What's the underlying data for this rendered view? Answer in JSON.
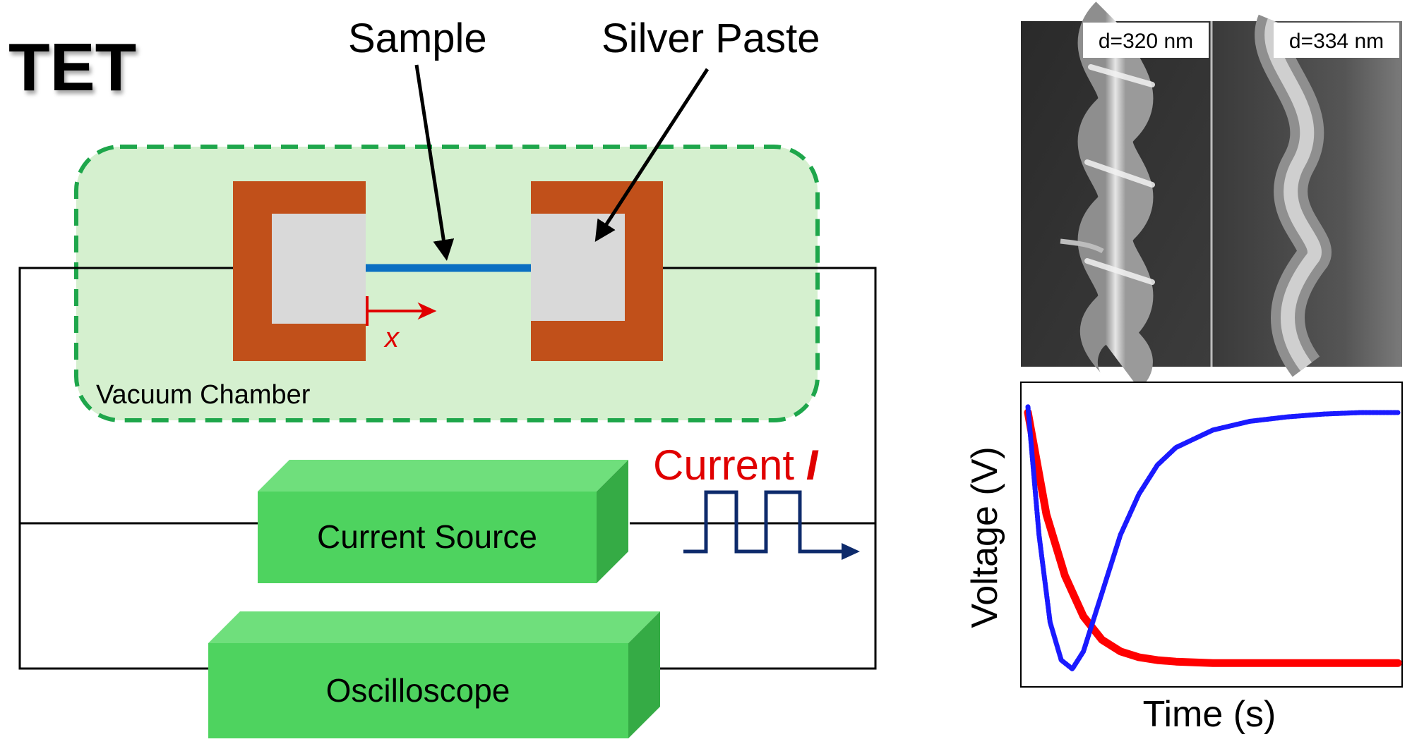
{
  "title": "TET",
  "labels": {
    "sample": "Sample",
    "silver_paste": "Silver Paste",
    "vacuum_chamber": "Vacuum Chamber",
    "x_axis_symbol": "x",
    "current_prefix": "Current ",
    "current_symbol": "I",
    "current_source": "Current Source",
    "oscilloscope": "Oscilloscope"
  },
  "sem_images": [
    {
      "caption": "d=320 nm"
    },
    {
      "caption": "d=334 nm"
    }
  ],
  "colors": {
    "chamber_fill": "#d5f0cf",
    "chamber_border": "#1ea64b",
    "electrode": "#c1501a",
    "paste": "#d9d9d9",
    "sample": "#0a6fc2",
    "box_front": "#4ed35f",
    "box_top": "#6fdf7c",
    "box_side": "#35ab45",
    "current_text": "#e00000",
    "pulse": "#0d2a6b",
    "curve_blue": "#1a1aff",
    "curve_red": "#ff0000"
  },
  "chart_data": {
    "type": "line",
    "xlabel": "Time (s)",
    "ylabel": "Voltage (V)",
    "ticks": "none",
    "series": [
      {
        "color": "#ff0000",
        "x": [
          0,
          0.05,
          0.1,
          0.15,
          0.2,
          0.25,
          0.3,
          0.35,
          0.4,
          0.5,
          0.6,
          0.7,
          0.8,
          0.9,
          1.0
        ],
        "y": [
          0.92,
          0.57,
          0.36,
          0.22,
          0.14,
          0.1,
          0.08,
          0.07,
          0.065,
          0.06,
          0.06,
          0.06,
          0.06,
          0.06,
          0.06
        ]
      },
      {
        "color": "#1a1aff",
        "x": [
          0,
          0.03,
          0.06,
          0.09,
          0.12,
          0.15,
          0.2,
          0.25,
          0.3,
          0.35,
          0.4,
          0.5,
          0.6,
          0.7,
          0.8,
          0.9,
          1.0
        ],
        "y": [
          0.94,
          0.5,
          0.2,
          0.07,
          0.04,
          0.1,
          0.3,
          0.5,
          0.64,
          0.74,
          0.8,
          0.86,
          0.89,
          0.905,
          0.915,
          0.92,
          0.92
        ]
      }
    ]
  }
}
